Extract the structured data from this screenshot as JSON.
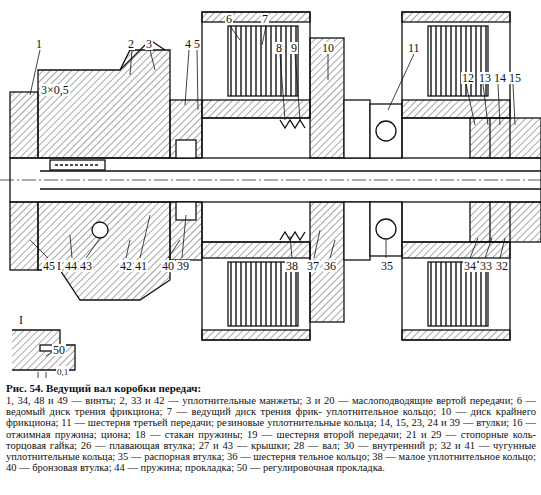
{
  "diagram": {
    "title": "Рис. 54. Ведущий вал коробки передач:",
    "caption": "1, 34, 48 и 49 — винты; 2, 33 и 42 — уплотнительные манжеты; 3 и 20 — маслоподводящие вертой передачи; 6 — ведомый диск трения фрикциона; 7 — ведущий диск трения фрик- уплотнительное кольцо; 10 — диск крайнего фрикциона; 11 — шестерня третьей передачи; резиновые уплотнительные кольца; 14, 15, 23, 24 и 39 — втулки; 16 — отжимная пружина; циона; 18 — стакан пружины; 19 — шестерня второй передачи; 21 и 29 — стопорные коль- торцовая гайка; 26 — плавающая втулка; 27 и 43 — крышки; 28 — вал; 30 — внутренний р; 32 и 41 — чугунные уплотнительные кольца; 35 — распорная втулка; 36 — шестерня тельное кольцо; 38 — малое уплотнительное кольцо; 40 — бронзовая втулка; 44 — пружина; прокладка; 50 — регулировочная прокладка.",
    "labels": [
      "1",
      "2",
      "3",
      "4",
      "5",
      "6",
      "7",
      "8",
      "9",
      "10",
      "11",
      "12",
      "13",
      "14",
      "15",
      "3×0,5",
      "45",
      "I",
      "44",
      "43",
      "42",
      "41",
      "40",
      "39",
      "38",
      "37",
      "36",
      "35",
      "34",
      "33",
      "32",
      "I",
      "50",
      "0,1"
    ]
  }
}
